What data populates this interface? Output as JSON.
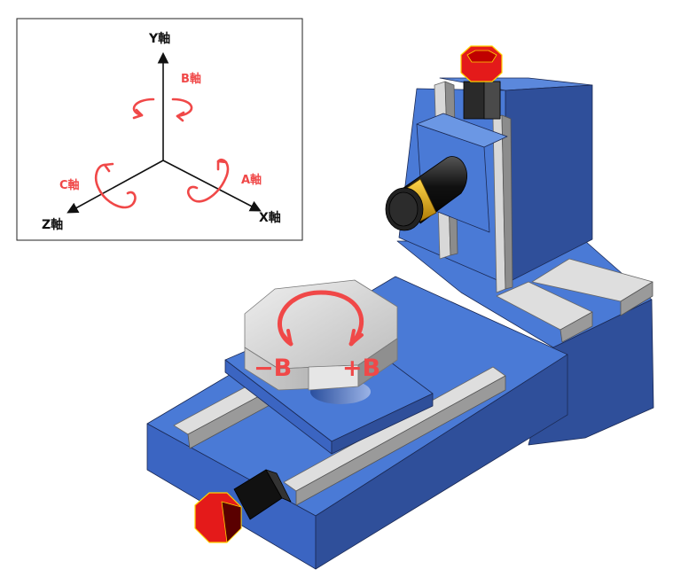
{
  "legend": {
    "axes": {
      "y": "Y軸",
      "x": "X軸",
      "z": "Z軸"
    },
    "rotations": {
      "a": "A軸",
      "b": "B軸",
      "c": "C軸"
    }
  },
  "table": {
    "minus_label": "−B",
    "plus_label": "+B"
  },
  "colors": {
    "axis_black": "#111111",
    "rotation_red": "#f04848",
    "machine_blue": "#4a7ad6",
    "machine_blue_dark": "#2f4f9a",
    "rail_gray": "#d8d8d8",
    "handle_red": "#e41a1a",
    "spindle_gold": "#e0a800"
  }
}
